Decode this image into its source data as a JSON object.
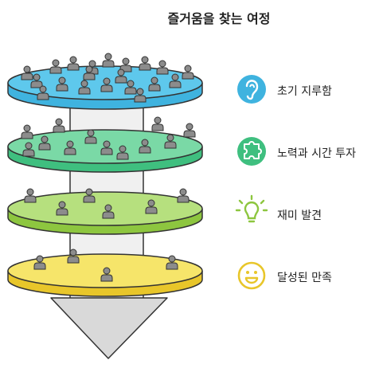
{
  "title": "즐거움을 찾는 여정",
  "levels": [
    {
      "label": "초기 지루함",
      "icon": "ear-icon",
      "color": "#5ec8ec",
      "accent": "#3fb3df",
      "people": 20
    },
    {
      "label": "노력과 시간 투자",
      "icon": "puzzle-icon",
      "color": "#7ad9a6",
      "accent": "#3fbf7f",
      "people": 12
    },
    {
      "label": "재미 발견",
      "icon": "lightbulb-icon",
      "color": "#b6e07e",
      "accent": "#8dc63f",
      "people": 6
    },
    {
      "label": "달성된 만족",
      "icon": "smiley-icon",
      "color": "#f6e56a",
      "accent": "#e8c62a",
      "people": 4
    }
  ],
  "colors": {
    "stroke": "#333333",
    "person": "#8c8c8c",
    "column": "#f0f0f0",
    "arrow": "#d9d9d9"
  }
}
